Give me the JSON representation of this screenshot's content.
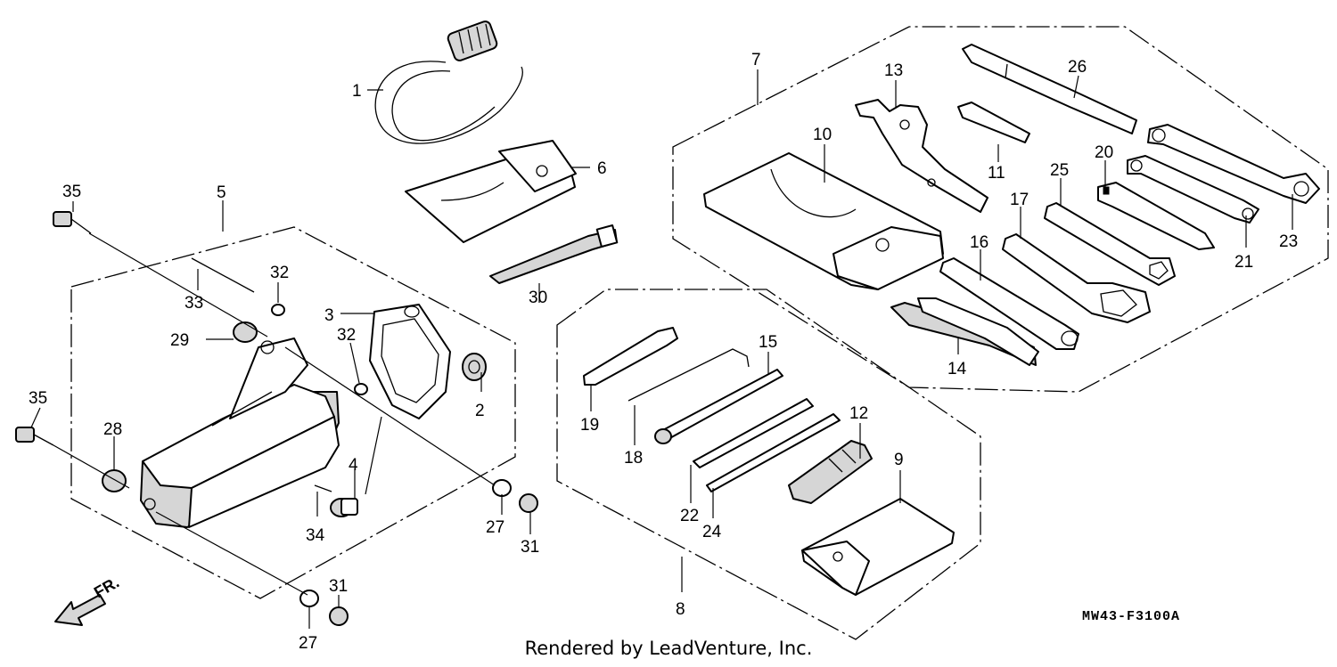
{
  "diagram": {
    "callouts": [
      "1",
      "2",
      "3",
      "4",
      "5",
      "6",
      "7",
      "8",
      "9",
      "10",
      "11",
      "12",
      "13",
      "14",
      "15",
      "16",
      "17",
      "18",
      "19",
      "20",
      "21",
      "22",
      "23",
      "24",
      "25",
      "26",
      "27",
      "28",
      "29",
      "30",
      "31",
      "32",
      "33",
      "34",
      "35"
    ],
    "direction_marker": "FR.",
    "drawing_code": "MW43-F3100A",
    "credit": "Rendered by LeadVenture, Inc."
  }
}
